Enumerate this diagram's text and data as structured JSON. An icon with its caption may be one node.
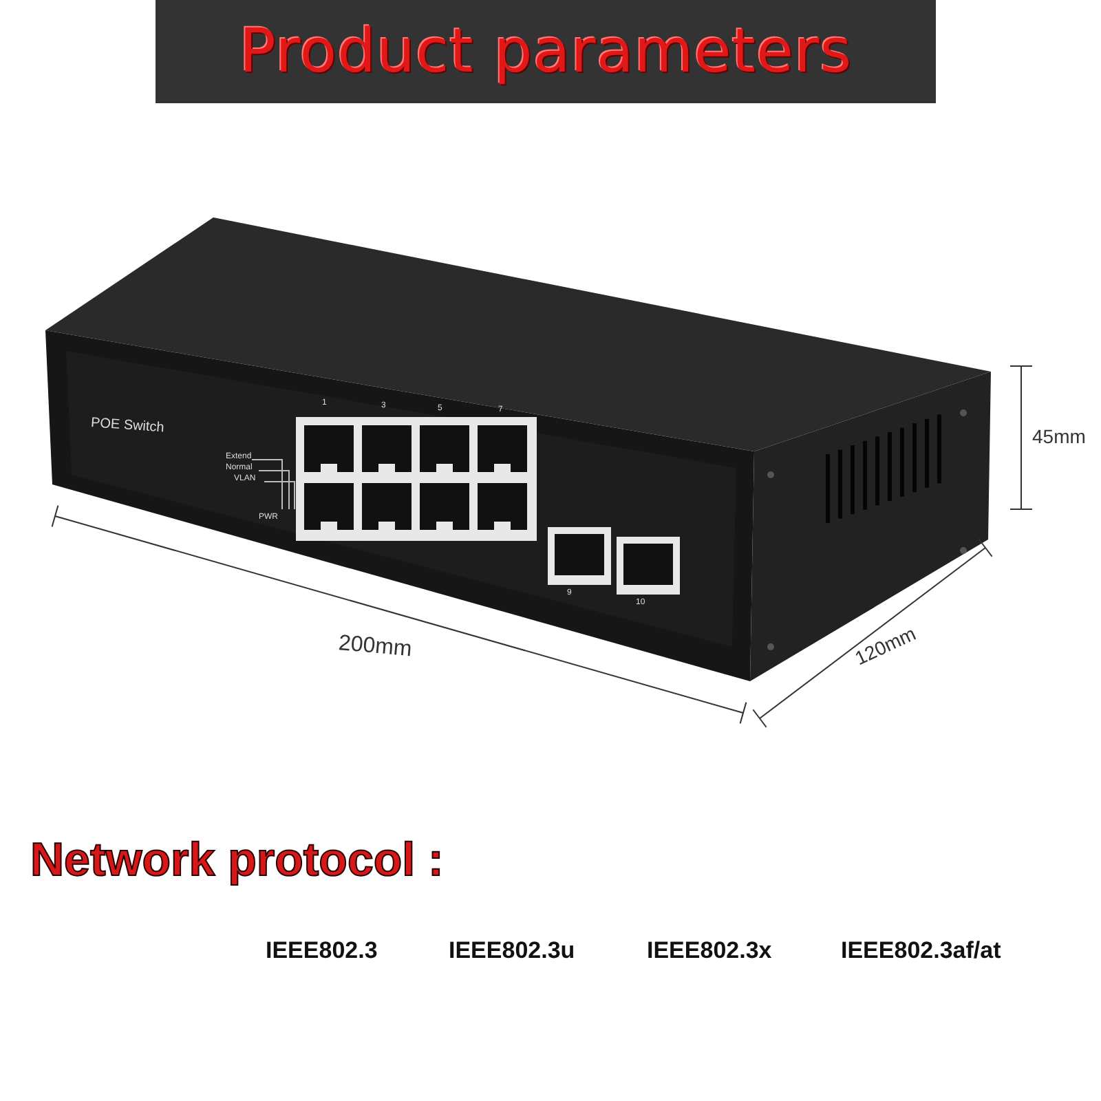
{
  "diagram": {
    "title": "Product parameters",
    "labels": [
      "POE Switch",
      "1",
      "3",
      "5",
      "7",
      "Extend",
      "Normal",
      "VLAN",
      "PWR",
      "9",
      "10",
      "45mm",
      "200mm",
      "120mm",
      "Network protocol :",
      "IEEE802.3",
      "IEEE802.3u",
      "IEEE802.3x",
      "IEEE802.3af/at"
    ]
  }
}
